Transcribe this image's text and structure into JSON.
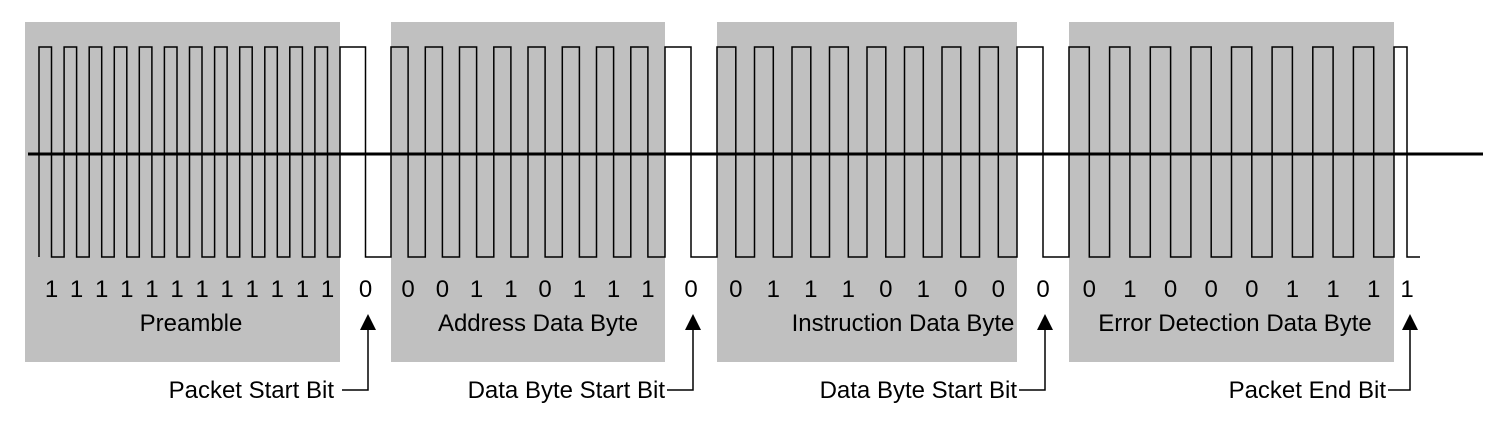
{
  "sections": [
    {
      "id": "preamble",
      "label": "Preamble",
      "bits": "111111111111"
    },
    {
      "id": "address",
      "label": "Address Data Byte",
      "bits": "00110111"
    },
    {
      "id": "instruction",
      "label": "Instruction Data Byte",
      "bits": "01110100"
    },
    {
      "id": "error",
      "label": "Error Detection Data Byte",
      "bits": "01000111"
    }
  ],
  "start_bits": [
    {
      "bit": "0",
      "label": "Packet Start Bit"
    },
    {
      "bit": "0",
      "label": "Data Byte Start Bit"
    },
    {
      "bit": "0",
      "label": "Data Byte Start Bit"
    }
  ],
  "end_bit": {
    "bit": "1",
    "label": "Packet End Bit"
  },
  "colors": {
    "section_fill": "#c0c0c0",
    "line": "#000000",
    "waveform": "#000000"
  }
}
